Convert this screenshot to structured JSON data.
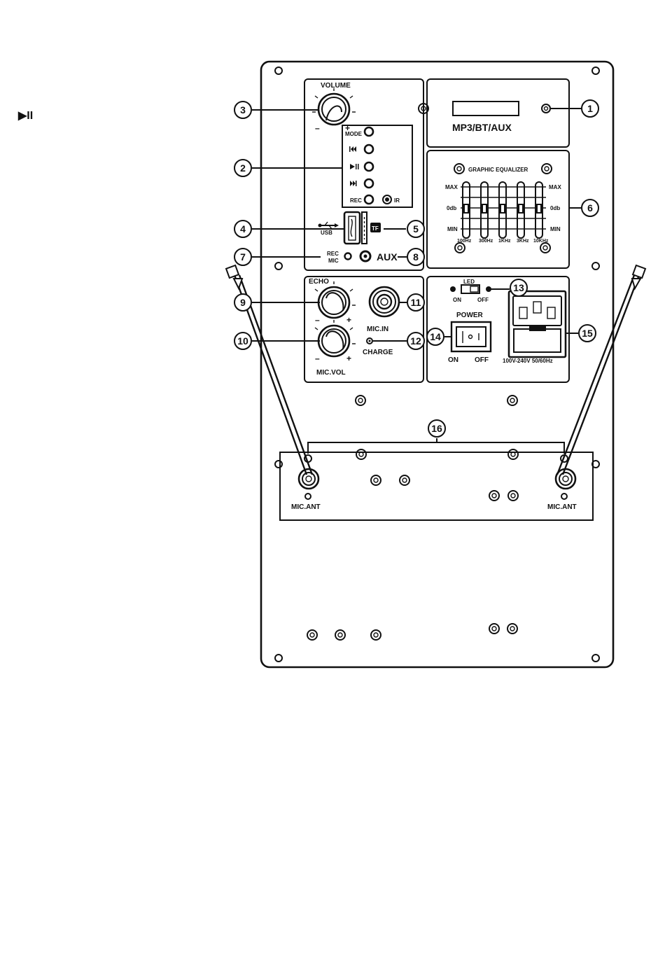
{
  "corner_symbol": "▶II",
  "labels": {
    "display_text": "MP3/BT/AUX",
    "volume": "VOLUME",
    "mode": "MODE",
    "rec": "REC",
    "ir": "IR",
    "usb": "USB",
    "tf": "TF",
    "rec_mic_1": "REC",
    "rec_mic_2": "MIC",
    "aux": "AUX",
    "eq_title": "GRAPHIC EQUALIZER",
    "max": "MAX",
    "odb": "0db",
    "min": "MIN",
    "freqs": [
      "100Hz",
      "300Hz",
      "1KHz",
      "3KHz",
      "10KHz"
    ],
    "echo": "ECHO",
    "mic_in": "MIC.IN",
    "charge": "CHARGE",
    "mic_vol": "MIC.VOL",
    "led": "LED",
    "on": "ON",
    "off": "OFF",
    "power": "POWER",
    "voltage": "100V-240V 50/60Hz",
    "mic_ant": "MIC.ANT",
    "minus": "–",
    "plus": "+"
  },
  "callouts": [
    "1",
    "2",
    "3",
    "4",
    "5",
    "6",
    "7",
    "8",
    "9",
    "10",
    "11",
    "12",
    "13",
    "14",
    "15",
    "16"
  ]
}
